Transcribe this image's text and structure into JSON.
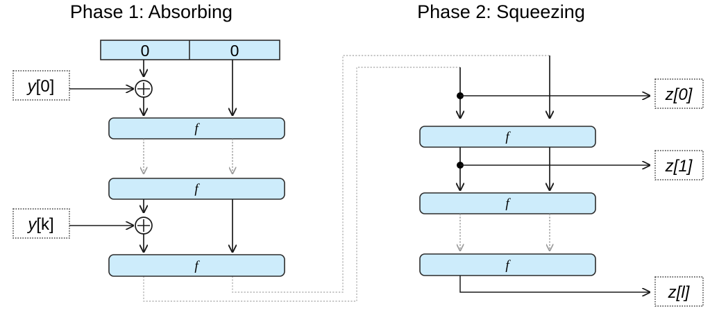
{
  "figure": {
    "kind": "sponge-construction-diagram",
    "background_color": "#ffffff",
    "block_fill_color": "#cdecfb",
    "block_stroke_color": "#2b2b2b",
    "loop_line_color": "#b4b4b4",
    "solid_line_color": "#1a1a1a"
  },
  "phases": {
    "left": {
      "title": "Phase 1: Absorbing",
      "state": {
        "left_cell_label": "0",
        "right_cell_label": "0"
      },
      "function_blocks": [
        {
          "label": "f"
        },
        {
          "label": "f"
        },
        {
          "label": "f"
        }
      ],
      "inputs": [
        {
          "var": "y",
          "index": "[0]",
          "full": "y[0]"
        },
        {
          "var": "y",
          "index": "[k]",
          "full": "y[k]"
        }
      ],
      "xor_nodes": [
        {
          "symbol": "+"
        },
        {
          "symbol": "+"
        }
      ]
    },
    "right": {
      "title": "Phase 2: Squeezing",
      "function_blocks": [
        {
          "label": "f"
        },
        {
          "label": "f"
        },
        {
          "label": "f"
        }
      ],
      "outputs": [
        {
          "var": "z",
          "index": "[0]",
          "full": "z[0]"
        },
        {
          "var": "z",
          "index": "[1]",
          "full": "z[1]"
        },
        {
          "var": "z",
          "index": "[l]",
          "full": "z[l]"
        }
      ]
    }
  }
}
